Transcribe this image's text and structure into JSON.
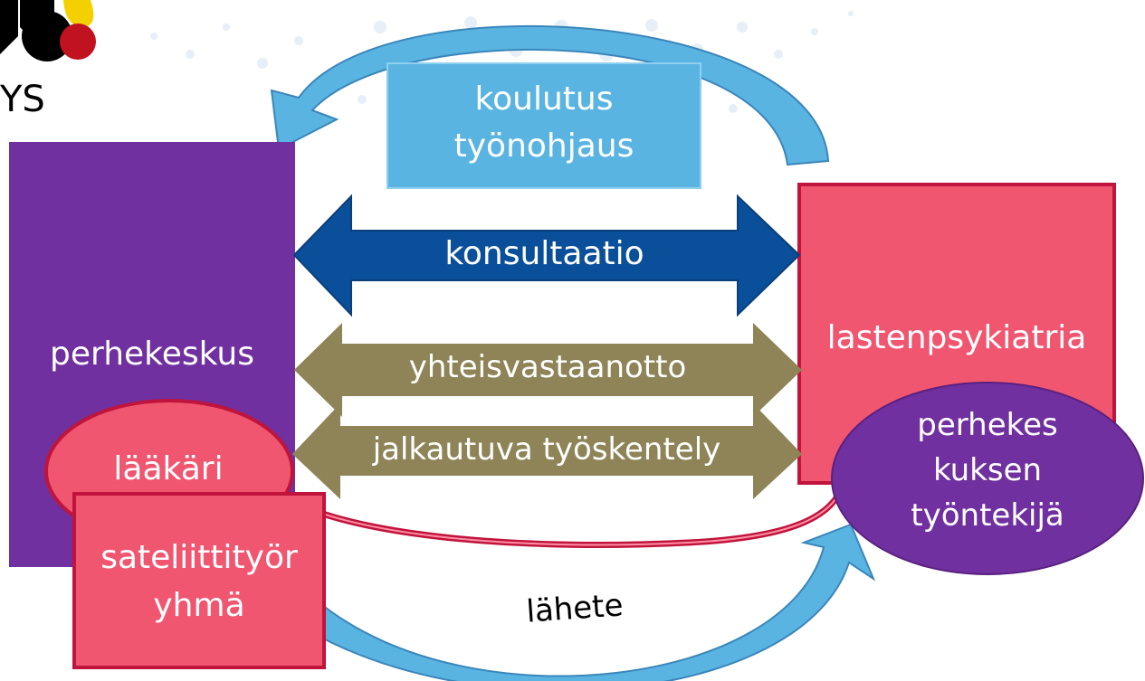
{
  "logo": {
    "text": "YS"
  },
  "boxes": {
    "training": {
      "line1": "koulutus",
      "line2": "työnohjaus"
    },
    "family_center": "perhekeskus",
    "child_psychiatry": "lastenpsykiatria",
    "satellite_team": {
      "line1": "sateliittityör",
      "line2": "yhmä"
    }
  },
  "ellipses": {
    "doctor": "lääkäri",
    "family_center_worker": {
      "line1": "perhekes",
      "line2": "kuksen",
      "line3": "työntekijä"
    }
  },
  "arrows": {
    "consultation": "konsultaatio",
    "joint_reception": "yhteisvastaanotto",
    "mobile_work": "jalkautuva työskentely",
    "referral": "lähete"
  },
  "colors": {
    "purple": "#7030a0",
    "pink": "#f05670",
    "pink_border": "#c0143c",
    "light_blue": "#5ab4e2",
    "dark_blue": "#0a4f9a",
    "olive": "#8e8458"
  }
}
